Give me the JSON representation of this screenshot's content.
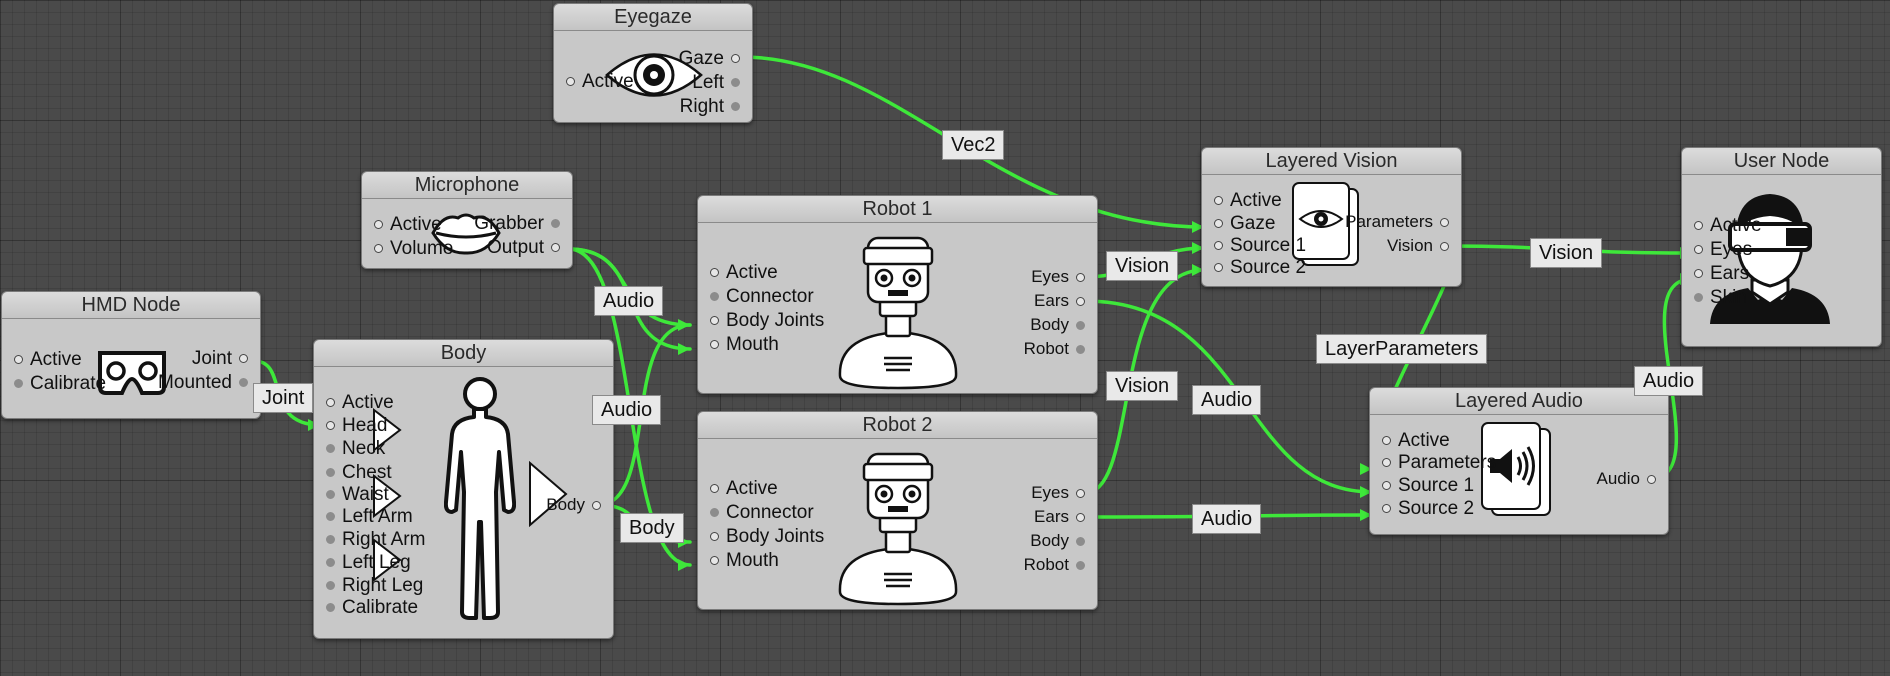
{
  "nodes": {
    "eyegaze": {
      "title": "Eyegaze",
      "inputs": [
        "Active"
      ],
      "outputs": [
        "Gaze",
        "Left",
        "Right"
      ]
    },
    "microphone": {
      "title": "Microphone",
      "inputs": [
        "Active",
        "Volume"
      ],
      "outputs": [
        "Grabber",
        "Output"
      ]
    },
    "hmd": {
      "title": "HMD Node",
      "inputs": [
        "Active",
        "Calibrate"
      ],
      "outputs": [
        "Joint",
        "Mounted"
      ]
    },
    "body": {
      "title": "Body",
      "inputs": [
        "Active",
        "Head",
        "Neck",
        "Chest",
        "Waist",
        "Left Arm",
        "Right Arm",
        "Left Leg",
        "Right Leg",
        "Calibrate"
      ],
      "outputs": [
        "Body"
      ]
    },
    "robot1": {
      "title": "Robot 1",
      "inputs": [
        "Active",
        "Connector",
        "Body Joints",
        "Mouth"
      ],
      "outputs": [
        "Eyes",
        "Ears",
        "Body",
        "Robot"
      ]
    },
    "robot2": {
      "title": "Robot 2",
      "inputs": [
        "Active",
        "Connector",
        "Body Joints",
        "Mouth"
      ],
      "outputs": [
        "Eyes",
        "Ears",
        "Body",
        "Robot"
      ]
    },
    "layered_vision": {
      "title": "Layered Vision",
      "inputs": [
        "Active",
        "Gaze",
        "Source 1",
        "Source 2"
      ],
      "outputs": [
        "Parameters",
        "Vision"
      ]
    },
    "layered_audio": {
      "title": "Layered Audio",
      "inputs": [
        "Active",
        "Parameters",
        "Source 1",
        "Source 2"
      ],
      "outputs": [
        "Audio"
      ]
    },
    "user": {
      "title": "User Node",
      "inputs": [
        "Active",
        "Eyes",
        "Ears",
        "Skin"
      ],
      "outputs": []
    }
  },
  "links": {
    "vec2": "Vec2",
    "joint": "Joint",
    "audio_mic_robot1": "Audio",
    "audio_mic_robot2": "Audio",
    "body": "Body",
    "vision_robot1": "Vision",
    "vision_robot2": "Vision",
    "audio_robot1": "Audio",
    "audio_robot2": "Audio",
    "layer_parameters": "LayerParameters",
    "vision_user": "Vision",
    "audio_user": "Audio"
  },
  "colors": {
    "wire": "#3ee83a",
    "background": "#4a4a4a",
    "node": "#c8c8c8"
  },
  "icons": {
    "eyegaze": "eye-icon",
    "microphone": "lips-icon",
    "hmd": "vr-headset-icon",
    "body": "human-body-icon",
    "robot": "robot-icon",
    "layered_vision": "eye-card-stack-icon",
    "layered_audio": "speaker-card-stack-icon",
    "user": "user-with-vr-headset-icon"
  }
}
